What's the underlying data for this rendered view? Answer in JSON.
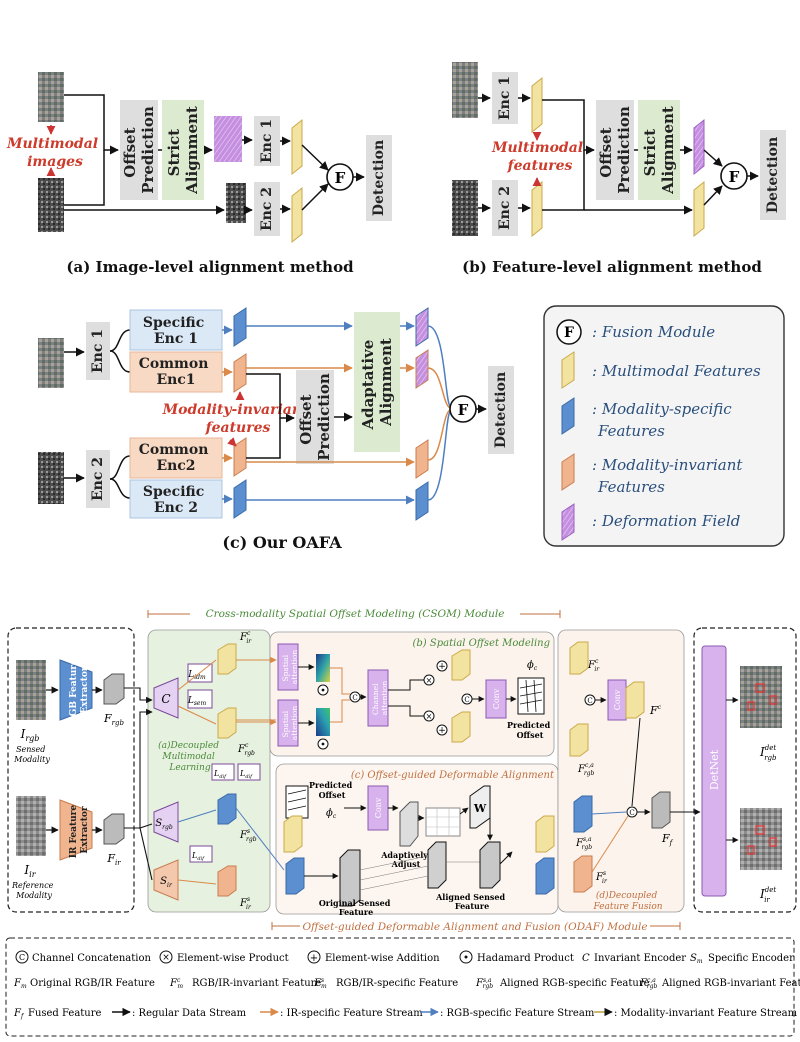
{
  "top": {
    "a": {
      "side_label": [
        "Multimodal",
        "images"
      ],
      "offset_prediction": [
        "Offset",
        "Prediction"
      ],
      "strict_alignment": [
        "Strict",
        "Alignment"
      ],
      "enc1": "Enc 1",
      "enc2": "Enc 2",
      "fusion": "F",
      "detection": "Detection",
      "caption": "(a) Image-level alignment method"
    },
    "b": {
      "enc1": "Enc 1",
      "enc2": "Enc 2",
      "side_label": [
        "Multimodal",
        "features"
      ],
      "offset_prediction": [
        "Offset",
        "Prediction"
      ],
      "strict_alignment": [
        "Strict",
        "Alignment"
      ],
      "fusion": "F",
      "detection": "Detection",
      "caption": "(b) Feature-level alignment method"
    },
    "c": {
      "enc1": "Enc 1",
      "enc2": "Enc 2",
      "specific_enc1": [
        "Specific",
        "Enc 1"
      ],
      "common_enc1": [
        "Common",
        "Enc1"
      ],
      "common_enc2": [
        "Common",
        "Enc2"
      ],
      "specific_enc2": [
        "Specific",
        "Enc 2"
      ],
      "invariant_label": [
        "Modality-invariant",
        "features"
      ],
      "offset_prediction": [
        "Offset",
        "Prediction"
      ],
      "adaptive_alignment": [
        "Adaptative",
        "Alignment"
      ],
      "fusion": "F",
      "detection": "Detection",
      "caption": "(c) Our OAFA"
    },
    "legend": {
      "fusion": "F",
      "items": [
        ": Fusion Module",
        ": Multimodal Features",
        ": Modality-specific",
        "Features",
        ": Modality-invariant",
        "Features",
        ": Deformation Field"
      ]
    }
  },
  "bottom": {
    "csom_title": "Cross-modality Spatial Offset Modeling (CSOM) Module",
    "odaf_title": "Offset-guided Deformable Alignment and Fusion (ODAF) Module",
    "rgb_extractor": [
      "RGB Feature",
      "Extractor"
    ],
    "ir_extractor": [
      "IR Feature",
      "Extractor"
    ],
    "i_rgb": "I",
    "i_rgb_sub": "rgb",
    "sensed_modality": [
      "Sensed",
      "Modality"
    ],
    "i_ir": "I",
    "i_ir_sub": "ir",
    "reference_modality": [
      "Reference",
      "Modality"
    ],
    "f_rgb": "F",
    "f_rgb_sub": "rgb",
    "f_ir": "F",
    "f_ir_sub": "ir",
    "c_enc": "C",
    "s_rgb": "S",
    "s_rgb_sub": "rgb",
    "s_ir": "S",
    "s_ir_sub": "ir",
    "loss_idm": "L",
    "loss_idm_sub": "idm",
    "loss_sem": "L",
    "loss_sem_sub": "sem",
    "loss_dif1": "L",
    "loss_dif_sub": "dif",
    "decoupled_learning": [
      "(a)Decoupled",
      "Multimodal",
      "Learning"
    ],
    "spatial_offset_title": "(b) Spatial Offset Modeling",
    "spatial_attention": [
      "Spatial",
      "attention"
    ],
    "channel_attention": [
      "Channel",
      "attention"
    ],
    "conv": "Conv",
    "predicted_offset": [
      "Predicted",
      "Offset"
    ],
    "phi_c": "ϕ",
    "phi_c_sub": "c",
    "deform_title": "(c) Offset-guided Deformable Alignment",
    "adaptively_adjust": [
      "Adaptively",
      "Adjust"
    ],
    "w_label": "W",
    "original_sensed": [
      "Original Sensed",
      "Feature"
    ],
    "aligned_sensed": [
      "Aligned Sensed",
      "Feature"
    ],
    "decoupled_fusion": [
      "(d)Decoupled",
      "Feature Fusion"
    ],
    "detnet": "DetNet",
    "i_rgb_det": "I",
    "i_rgb_det_sub": "rgb",
    "i_ir_det": "I",
    "i_ir_det_sub": "ir",
    "det_sup": "det",
    "f_c": "F",
    "c_sup": "c",
    "f_f": "F",
    "f_f_sub": "f",
    "ir_c": "F",
    "ir_sub": "ir",
    "rgb_c": "F",
    "rgb_sub": "rgb",
    "rgb_s": "F",
    "s_sup": "s",
    "ir_s": "F",
    "rgb_ca": "F",
    "ca_sup": "c,a",
    "rgb_sa": "F",
    "sa_sup": "s,a"
  },
  "key": {
    "row1": [
      "Channel Concatenation",
      "Element-wise Product",
      "Element-wise Addition",
      "Hadamard Product",
      "Invariant Encoder",
      "Specific Encoder"
    ],
    "row2": [
      "Original RGB/IR Feature",
      "RGB/IR-invariant Feature",
      "RGB/IR-specific Feature",
      "Aligned RGB-specific Feature",
      "Aligned  RGB-invariant Feature"
    ],
    "row3": [
      "Fused Feature",
      ": Regular  Data Stream",
      ": IR-specific Feature Stream",
      ": RGB-specific  Feature Stream",
      ": Modality-invariant  Feature Stream"
    ]
  },
  "colors": {
    "yellow": "#f3e3a0",
    "blue": "#5b8fcf",
    "salmon": "#f0b48e",
    "purple": "#c58fe0",
    "gray_box": "#dedede",
    "green_box": "#dcebd0",
    "peach_box": "#f8d9c4",
    "lightblue_box": "#dbe8f6",
    "red_text": "#cc3b2b",
    "blue_text": "#2a4f7c"
  }
}
